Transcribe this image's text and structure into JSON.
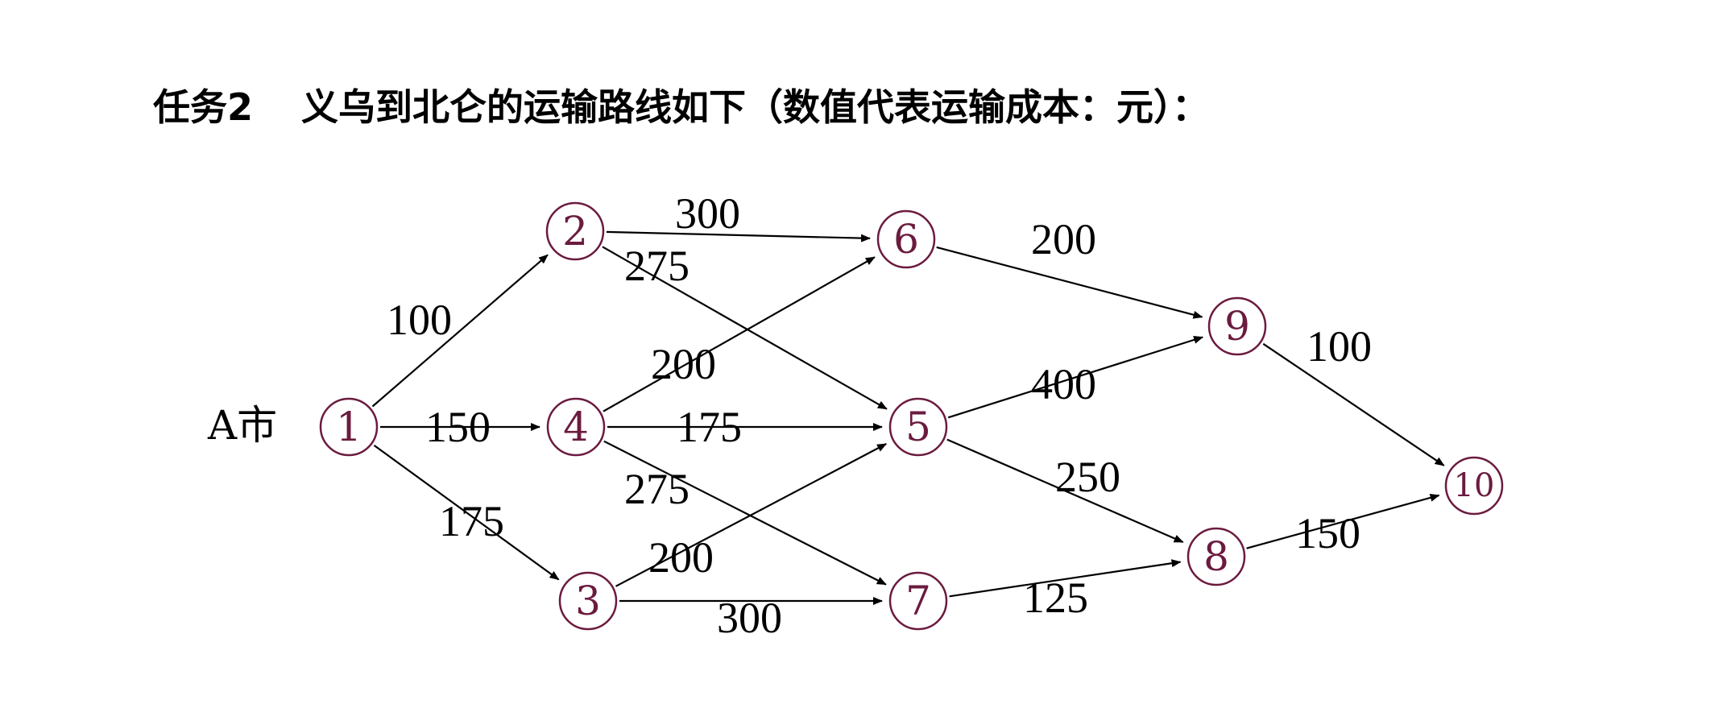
{
  "header": {
    "task_label": "任务2",
    "description": "义乌到北仑的运输路线如下（数值代表运输成本：元）："
  },
  "colors": {
    "node": "#6b1b3f",
    "edge": "#000000",
    "text": "#000000"
  },
  "graph": {
    "start_label": "A市",
    "nodes": [
      {
        "id": "1",
        "label": "1"
      },
      {
        "id": "2",
        "label": "2"
      },
      {
        "id": "3",
        "label": "3"
      },
      {
        "id": "4",
        "label": "4"
      },
      {
        "id": "5",
        "label": "5"
      },
      {
        "id": "6",
        "label": "6"
      },
      {
        "id": "7",
        "label": "7"
      },
      {
        "id": "8",
        "label": "8"
      },
      {
        "id": "9",
        "label": "9"
      },
      {
        "id": "10",
        "label": "10"
      }
    ],
    "edges": [
      {
        "from": "1",
        "to": "2",
        "cost": "100"
      },
      {
        "from": "1",
        "to": "4",
        "cost": "150"
      },
      {
        "from": "1",
        "to": "3",
        "cost": "175"
      },
      {
        "from": "2",
        "to": "6",
        "cost": "300"
      },
      {
        "from": "2",
        "to": "5",
        "cost": "275"
      },
      {
        "from": "4",
        "to": "6",
        "cost": "200"
      },
      {
        "from": "4",
        "to": "5",
        "cost": "175"
      },
      {
        "from": "4",
        "to": "7",
        "cost": "275"
      },
      {
        "from": "3",
        "to": "5",
        "cost": "200"
      },
      {
        "from": "3",
        "to": "7",
        "cost": "300"
      },
      {
        "from": "6",
        "to": "9",
        "cost": "200"
      },
      {
        "from": "5",
        "to": "9",
        "cost": "400"
      },
      {
        "from": "5",
        "to": "8",
        "cost": "250"
      },
      {
        "from": "7",
        "to": "8",
        "cost": "125"
      },
      {
        "from": "9",
        "to": "10",
        "cost": "100"
      },
      {
        "from": "8",
        "to": "10",
        "cost": "150"
      }
    ]
  }
}
